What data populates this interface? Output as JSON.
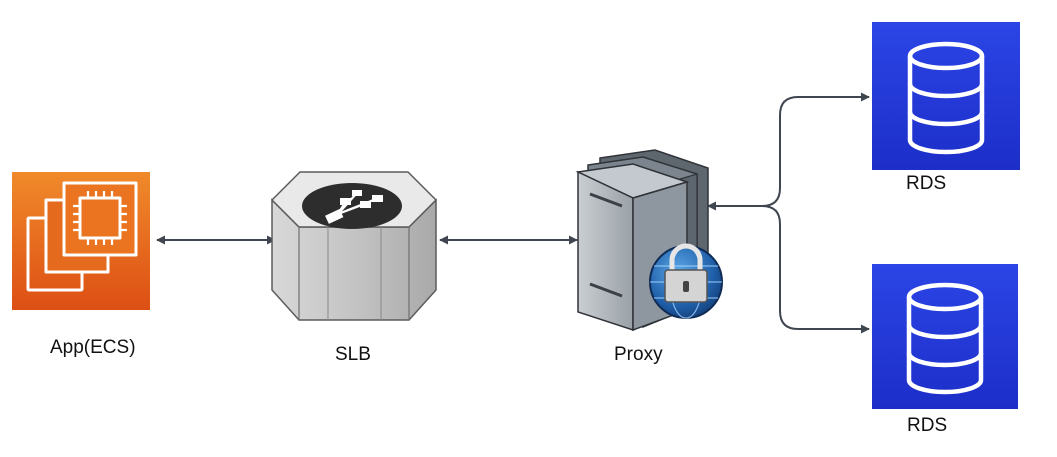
{
  "diagram": {
    "nodes": {
      "app": {
        "label": "App(ECS)",
        "icon": "ecs-instance-icon",
        "color": "#e8661c"
      },
      "slb": {
        "label": "SLB",
        "icon": "load-balancer-icon",
        "color": "#c9c9c9"
      },
      "proxy": {
        "label": "Proxy",
        "icon": "secure-server-icon",
        "color": "#8d969d"
      },
      "rds1": {
        "label": "RDS",
        "icon": "database-icon",
        "color": "#2338d8"
      },
      "rds2": {
        "label": "RDS",
        "icon": "database-icon",
        "color": "#2338d8"
      }
    },
    "edges": [
      {
        "from": "app",
        "to": "slb",
        "direction": "both"
      },
      {
        "from": "slb",
        "to": "proxy",
        "direction": "both"
      },
      {
        "from": "proxy",
        "to": "rds1",
        "direction": "both"
      },
      {
        "from": "proxy",
        "to": "rds2",
        "direction": "both"
      }
    ],
    "colors": {
      "connector": "#3f4650"
    }
  }
}
